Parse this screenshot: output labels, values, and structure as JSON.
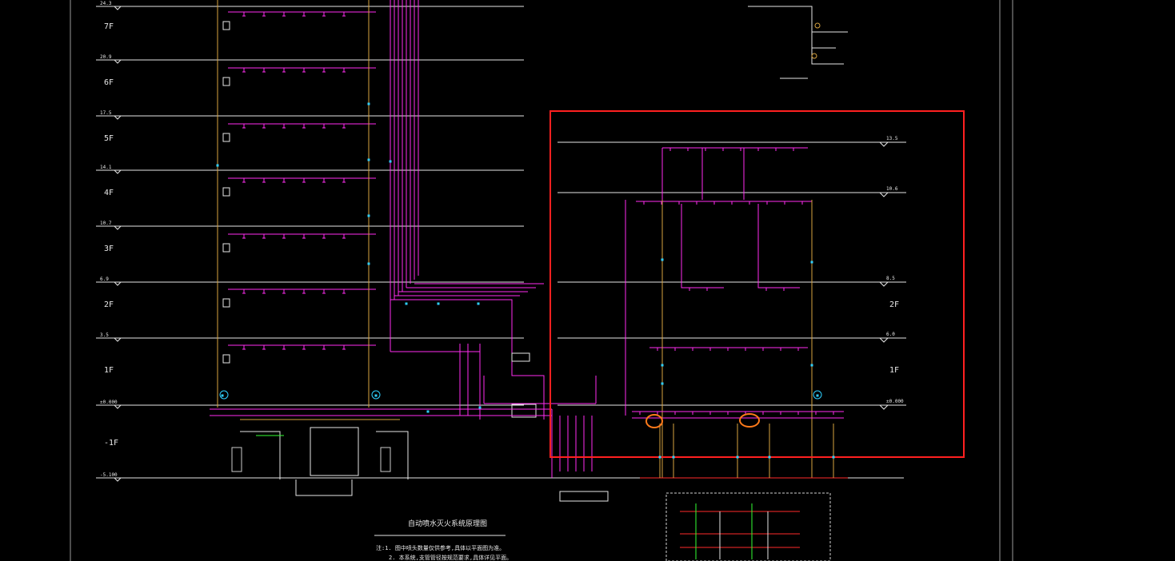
{
  "floors": [
    {
      "label": "7F",
      "elev": "24.3"
    },
    {
      "label": "6F",
      "elev": "20.9"
    },
    {
      "label": "5F",
      "elev": "17.5"
    },
    {
      "label": "4F",
      "elev": "14.1"
    },
    {
      "label": "3F",
      "elev": "10.7"
    },
    {
      "label": "2F",
      "elev": "6.9"
    },
    {
      "label": "1F",
      "elev": "3.5"
    },
    {
      "label": "-1F",
      "elev": "±0.000"
    },
    {
      "label": "",
      "elev": "-5.100"
    }
  ],
  "right_floors": [
    {
      "label": "",
      "elev": "13.5"
    },
    {
      "label": "",
      "elev": "10.6"
    },
    {
      "label": "",
      "elev": "8.5"
    },
    {
      "label": "2F",
      "elev": "6.0"
    },
    {
      "label": "1F",
      "elev": "±0.000"
    }
  ],
  "title": "自动喷水灭火系统原理图",
  "notes": [
    "注:1. 图中喷头数量仅供参考,具体以平面图为准。",
    "2. 本系统,支管管径按规范要求,具体详见平面。"
  ],
  "colors": {
    "background": "#000000",
    "pipe": "#ff2df0",
    "riser": "#d9a441",
    "floor_line": "#e6e6e6",
    "highlight_box": "#ff2020",
    "markup_circle": "#ff7a1a",
    "valve": "#2fd0ff",
    "green_pipe": "#33ff33",
    "red_text": "#ff2a2a"
  }
}
